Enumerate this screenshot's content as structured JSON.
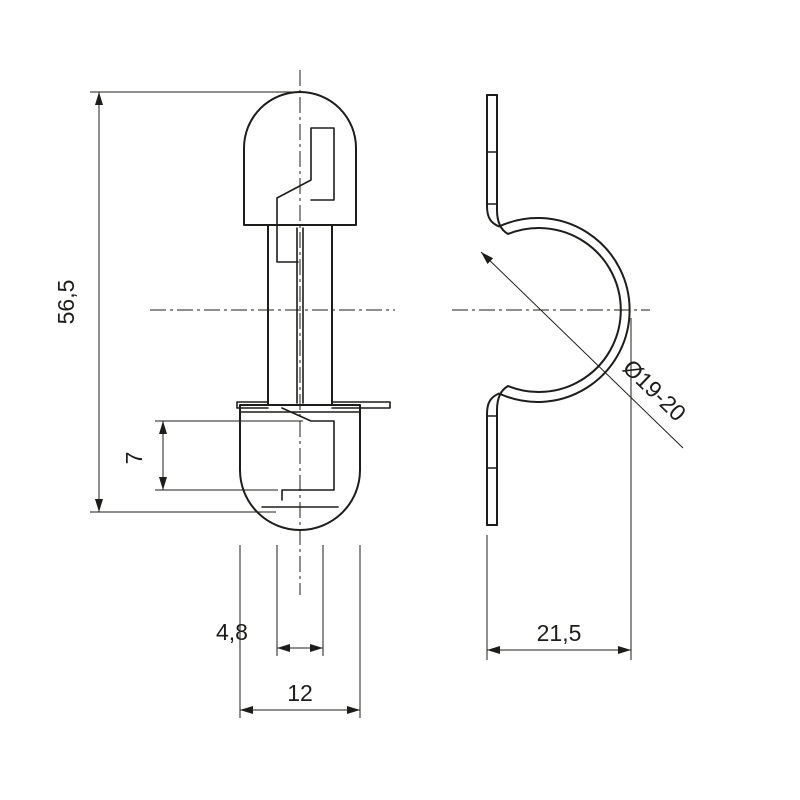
{
  "drawing": {
    "type": "technical-dimension-drawing",
    "views": {
      "front": {
        "overall_length": "56,5",
        "contact_height": "7",
        "inner_width": "4,8",
        "body_width": "12"
      },
      "side": {
        "clip_width": "21,5",
        "clip_diameter": "Ø19-20"
      }
    },
    "colors": {
      "line": "#1d1d1b",
      "background": "#ffffff"
    }
  }
}
